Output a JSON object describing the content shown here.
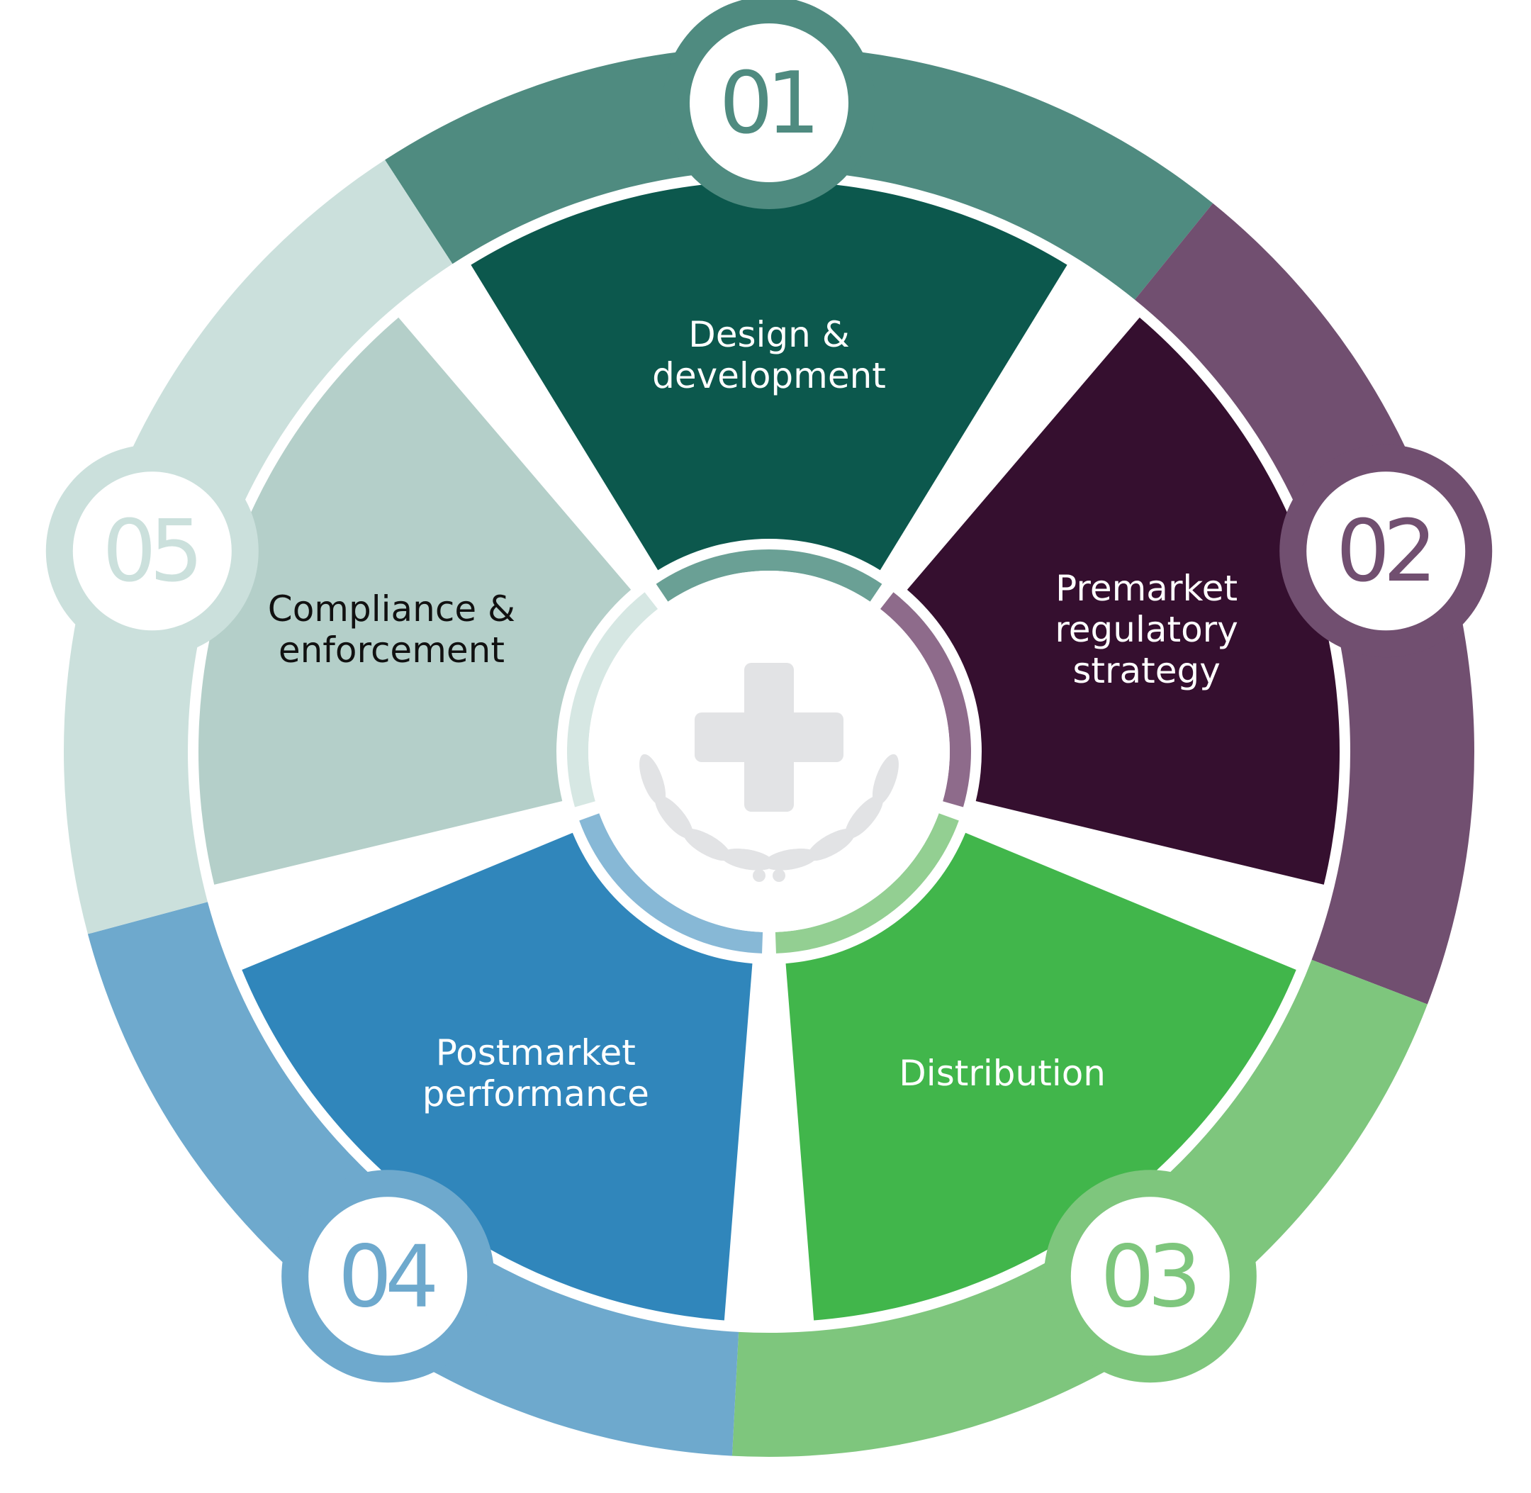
{
  "colors": {
    "background": "#ffffff",
    "hub_fill": "#ffffff",
    "emblem": "#e2e3e5"
  },
  "stages": [
    {
      "number": "01",
      "label_lines": [
        "Design &",
        "development"
      ],
      "ring_color": "#4f8b80",
      "inner_color": "#0c584d",
      "hub_ring_color": "#6aa095",
      "text_color": "#ffffff",
      "badge_color": "#4f8b80"
    },
    {
      "number": "02",
      "label_lines": [
        "Premarket",
        "regulatory",
        "strategy"
      ],
      "ring_color": "#714f70",
      "inner_color": "#350f2f",
      "hub_ring_color": "#8e6b8b",
      "text_color": "#ffffff",
      "badge_color": "#714f70"
    },
    {
      "number": "03",
      "label_lines": [
        "Distribution"
      ],
      "ring_color": "#7ec67d",
      "inner_color": "#41b64b",
      "hub_ring_color": "#93cf92",
      "text_color": "#ffffff",
      "badge_color": "#7ec67d"
    },
    {
      "number": "04",
      "label_lines": [
        "Postmarket",
        "performance"
      ],
      "ring_color": "#6ea9cd",
      "inner_color": "#3086bb",
      "hub_ring_color": "#87b8d6",
      "text_color": "#ffffff",
      "badge_color": "#6ea9cd"
    },
    {
      "number": "05",
      "label_lines": [
        "Compliance &",
        "enforcement"
      ],
      "ring_color": "#cbe0dc",
      "inner_color": "#b4cfc9",
      "hub_ring_color": "#d6e7e3",
      "text_color": "#111111",
      "badge_color": "#cbe0dc"
    }
  ]
}
